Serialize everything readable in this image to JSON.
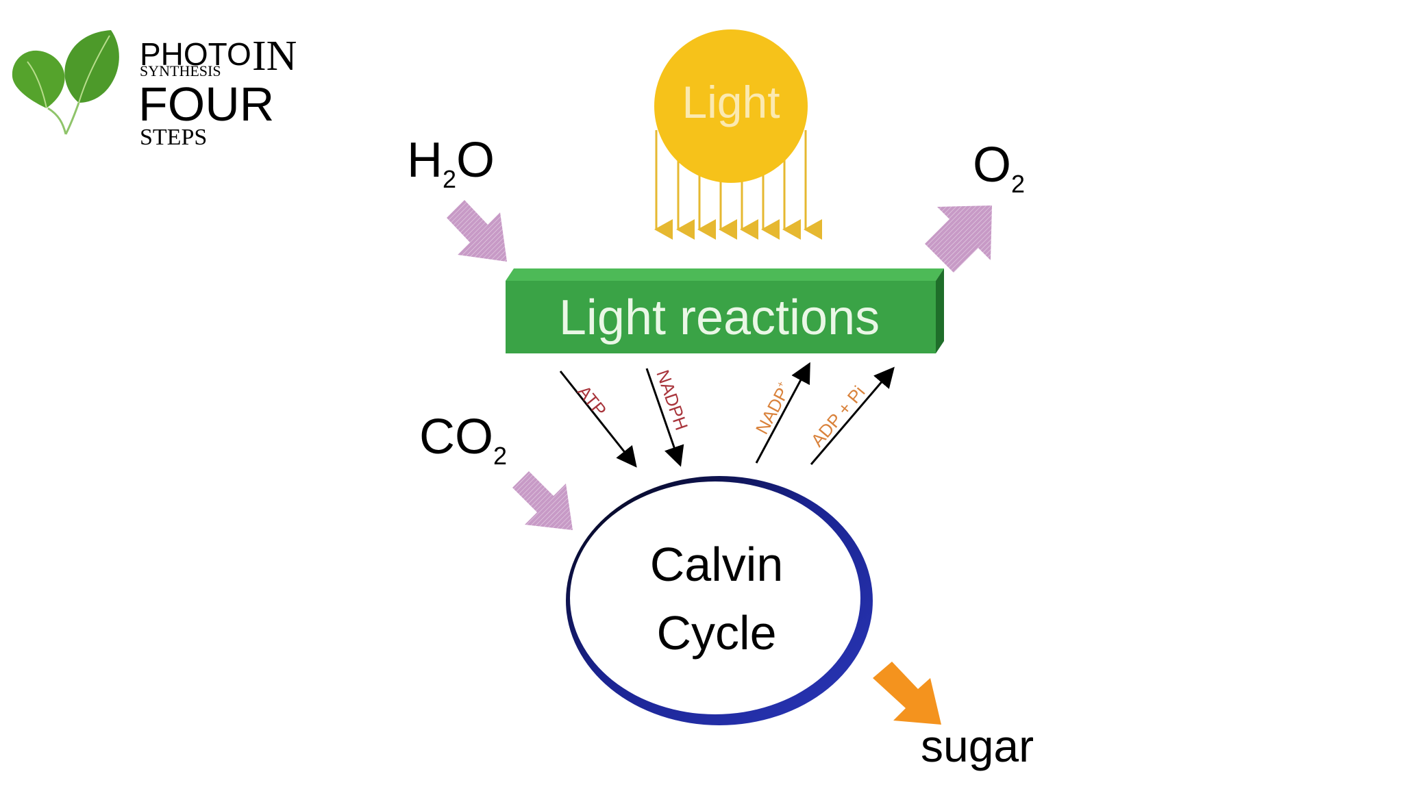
{
  "logo": {
    "photo": "PHOTO",
    "synthesis": "SYNTHESIS",
    "in": "IN",
    "four": "FOUR",
    "steps": "STEPS",
    "icon": "leaves-icon"
  },
  "diagram": {
    "light_label": "Light",
    "light_reactions_label": "Light reactions",
    "calvin_line1": "Calvin",
    "calvin_line2": "Cycle",
    "inputs": {
      "water": {
        "main": "H",
        "sub": "2",
        "tail": "O"
      },
      "carbon_dioxide": {
        "main": "CO",
        "sub": "2"
      }
    },
    "outputs": {
      "oxygen": {
        "main": "O",
        "sub": "2"
      },
      "sugar": "sugar"
    },
    "transfers": {
      "atp": "ATP",
      "nadph": "NADPH",
      "nadp": "NADP",
      "nadp_sup": "+",
      "adp_pi": "ADP + Pi"
    },
    "colors": {
      "sun": "#f6c21a",
      "sun_rays": "#e6b830",
      "light_reactions_box": "#3aa346",
      "light_reactions_box_shade": "#1f6e2a",
      "input_output_arrow": "#c79ac6",
      "sugar_arrow": "#f4931e",
      "calvin_ring": "#1a2390",
      "atp_nadph_text": "#a8343b",
      "nadp_adp_text": "#d9823b"
    }
  }
}
